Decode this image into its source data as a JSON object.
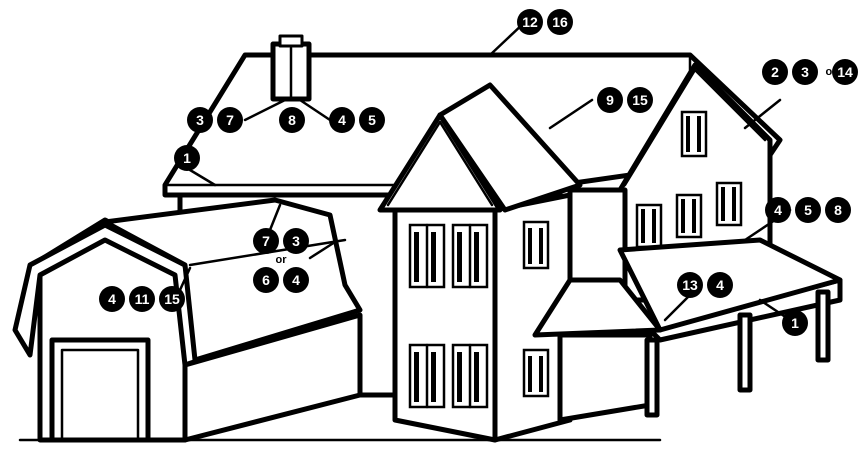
{
  "colors": {
    "line": "#000000",
    "fill": "#ffffff",
    "badge": "#000000",
    "badge_text": "#ffffff"
  },
  "callouts": [
    {
      "id": "c1",
      "labels": [
        "12",
        "16"
      ]
    },
    {
      "id": "c2",
      "labels": [
        "2",
        "3"
      ],
      "or": "or",
      "after": [
        "14"
      ]
    },
    {
      "id": "c3",
      "labels": [
        "3",
        "7"
      ]
    },
    {
      "id": "c4",
      "labels": [
        "8"
      ]
    },
    {
      "id": "c5",
      "labels": [
        "4",
        "5"
      ]
    },
    {
      "id": "c6",
      "labels": [
        "9",
        "15"
      ]
    },
    {
      "id": "c7",
      "labels": [
        "1"
      ]
    },
    {
      "id": "c8",
      "labels": [
        "4",
        "5",
        "8"
      ]
    },
    {
      "id": "c9",
      "labels": [
        "7",
        "3"
      ]
    },
    {
      "id": "c10",
      "labels": [
        "6",
        "4"
      ],
      "or": "or"
    },
    {
      "id": "c11",
      "labels": [
        "4",
        "11",
        "15"
      ]
    },
    {
      "id": "c12",
      "labels": [
        "13",
        "4"
      ]
    },
    {
      "id": "c13",
      "labels": [
        "1"
      ]
    }
  ]
}
